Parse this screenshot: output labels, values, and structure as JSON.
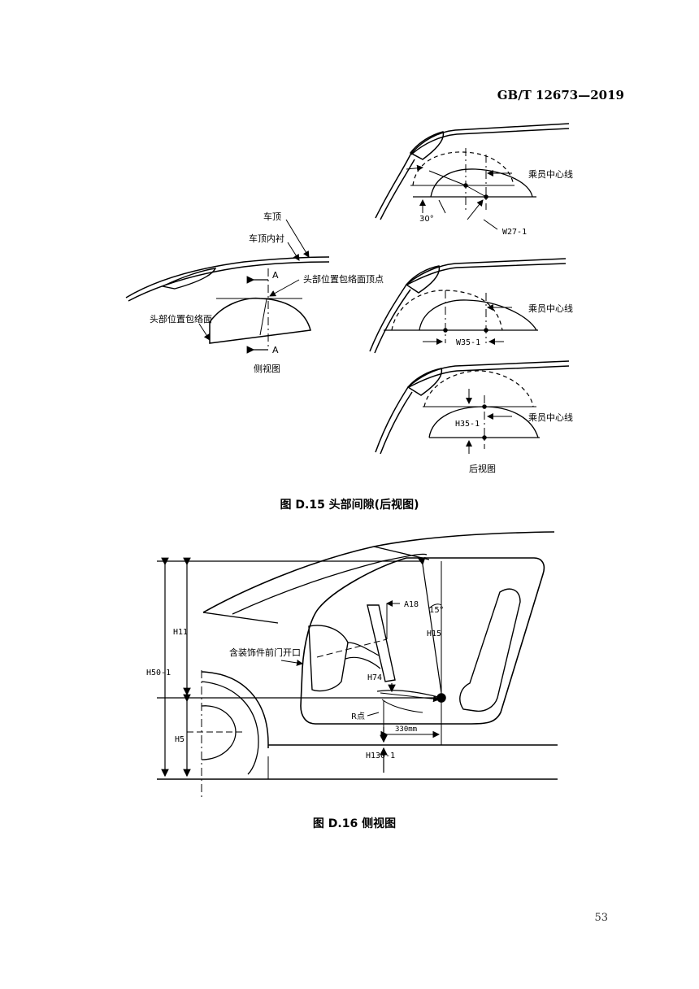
{
  "header": {
    "standard_no": "GB/T 12673—2019"
  },
  "figure_d15": {
    "caption": "图 D.15   头部间隙(后视图)",
    "side_view": {
      "roof": "车顶",
      "roof_liner": "车顶内衬",
      "envelope_top": "头部位置包络面顶点",
      "envelope": "头部位置包络面",
      "section_a_top": "A",
      "section_a_bottom": "A",
      "title": "侧视图"
    },
    "rear_view": {
      "centerline_1": "乘员中心线",
      "angle": "30°",
      "w27": "W27-1",
      "centerline_2": "乘员中心线",
      "w35": "W35-1",
      "centerline_3": "乘员中心线",
      "h35": "H35-1",
      "title": "后视图"
    }
  },
  "figure_d16": {
    "caption": "图 D.16   侧视图",
    "labels": {
      "h50": "H50-1",
      "h11": "H11",
      "h5": "H5",
      "a18": "A18",
      "angle15": "15°",
      "h15": "H15",
      "door_opening": "含装饰件前门开口",
      "h74": "H74",
      "r_point": "R点",
      "dist330": "330mm",
      "h130": "H130-1"
    }
  },
  "footer": {
    "page_number": "53"
  }
}
